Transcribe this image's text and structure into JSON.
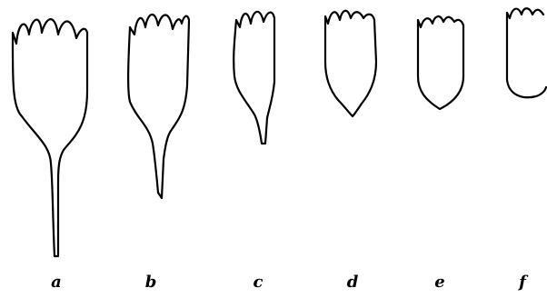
{
  "figure": {
    "labels": [
      "a",
      "b",
      "c",
      "d",
      "e",
      "f"
    ]
  }
}
